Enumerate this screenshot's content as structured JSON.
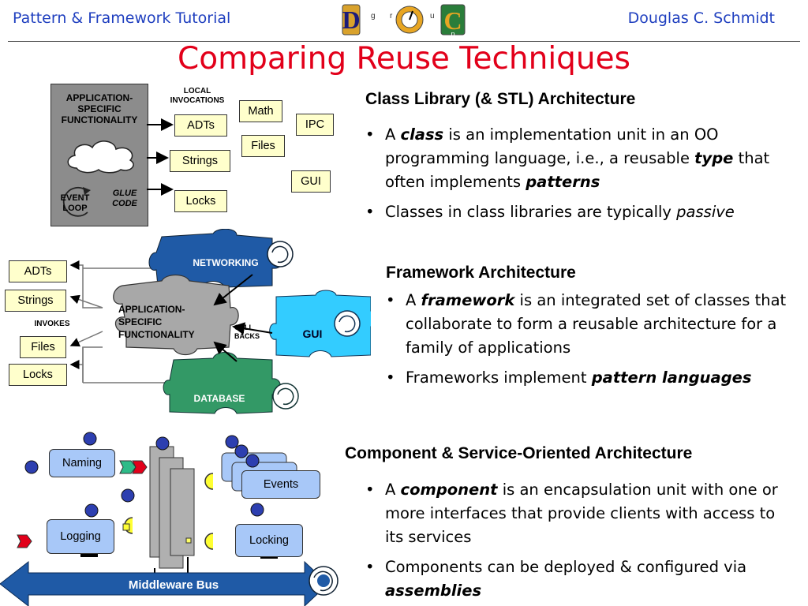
{
  "header": {
    "left_title": "Pattern & Framework Tutorial",
    "right_author": "Douglas C. Schmidt",
    "logo_letters": [
      "D",
      "r",
      "O",
      "u",
      "C",
      "g",
      "p"
    ]
  },
  "slide_title": "Comparing Reuse Techniques",
  "class_library": {
    "heading": "Class Library (& STL) Architecture",
    "app_box": [
      "APPLICATION-",
      "SPECIFIC",
      "FUNCTIONALITY"
    ],
    "event_loop": [
      "EVENT",
      "LOOP"
    ],
    "glue_code": [
      "GLUE",
      "CODE"
    ],
    "local_invocations": [
      "LOCAL",
      "INVOCATIONS"
    ],
    "boxes": [
      "ADTs",
      "Strings",
      "Locks",
      "Math",
      "Files",
      "IPC",
      "GUI"
    ]
  },
  "framework": {
    "heading": "Framework Architecture",
    "left_boxes": [
      "ADTs",
      "Strings",
      "Files",
      "Locks"
    ],
    "invokes": "INVOKES",
    "app_piece": [
      "APPLICATION-",
      "SPECIFIC",
      "FUNCTIONALITY"
    ],
    "call_backs": [
      "CALL",
      "BACKS"
    ],
    "networking": "NETWORKING",
    "gui": "GUI",
    "database": "DATABASE"
  },
  "component": {
    "heading": "Component & Service-Oriented Architecture",
    "naming": "Naming",
    "logging": "Logging",
    "events": "Events",
    "locking": "Locking",
    "bus": "Middleware Bus"
  },
  "bullets": {
    "b1_pre": "A ",
    "b1_em": "class",
    "b1_mid": " is an implementation unit in an OO programming language, i.e., a reusable ",
    "b1_em2": "type",
    "b1_mid2": " that often implements ",
    "b1_em3": "patterns",
    "b2_pre": "Classes in class libraries are typically ",
    "b2_it": "passive",
    "b3_pre": "A ",
    "b3_em": "framework",
    "b3_post": " is an integrated set of classes that collaborate to form a reusable architecture for a family of applications",
    "b4_pre": "Frameworks implement ",
    "b4_em": "pattern languages",
    "b5_pre": "A ",
    "b5_em": "component",
    "b5_post": " is an encapsulation unit with one or more interfaces that provide clients with access to its services",
    "b6_pre": "Components can be deployed & configured via ",
    "b6_em": "assemblies"
  },
  "colors": {
    "title_red": "#e2001a",
    "header_blue": "#1f3fbf",
    "box_yellow": "#ffffcc",
    "component_blue": "#a8c8f8",
    "networking": "#1f5aa6",
    "gui": "#33ccff",
    "database": "#339966",
    "bus": "#1f5aa6"
  }
}
